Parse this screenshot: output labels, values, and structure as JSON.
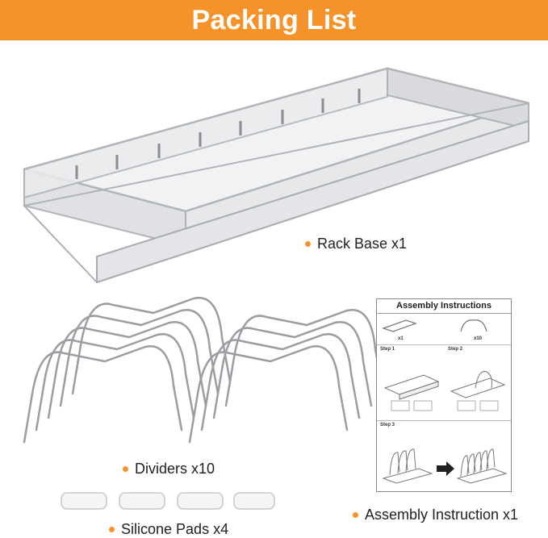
{
  "title": "Packing List",
  "colors": {
    "accent": "#f5922a",
    "steel": "#c9ccd0"
  },
  "items": {
    "rack_base": "Rack Base x1",
    "dividers": "Dividers x10",
    "silicone_pads": "Silicone Pads x4",
    "assembly_instruction": "Assembly Instruction x1"
  },
  "manual": {
    "title": "Assembly Instructions",
    "part_a": "x1",
    "part_b": "x10",
    "step1": "Step 1",
    "step2": "Step 2",
    "step3": "Step 3"
  }
}
